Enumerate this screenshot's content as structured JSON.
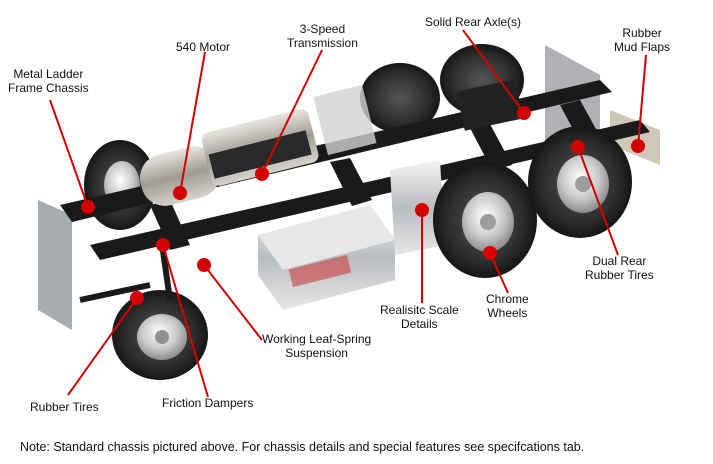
{
  "callouts": [
    {
      "id": "metal-ladder-frame-chassis",
      "lines": [
        "Metal Ladder",
        "Frame Chassis"
      ]
    },
    {
      "id": "540-motor",
      "lines": [
        "540 Motor"
      ]
    },
    {
      "id": "3-speed-transmission",
      "lines": [
        "3-Speed",
        "Transmission"
      ]
    },
    {
      "id": "solid-rear-axles",
      "lines": [
        "Solid Rear Axle(s)"
      ]
    },
    {
      "id": "rubber-mud-flaps",
      "lines": [
        "Rubber",
        "Mud Flaps"
      ]
    },
    {
      "id": "dual-rear-rubber-tires",
      "lines": [
        "Dual Rear",
        "Rubber Tires"
      ]
    },
    {
      "id": "chrome-wheels",
      "lines": [
        "Chrome",
        "Wheels"
      ]
    },
    {
      "id": "realistic-scale-details",
      "lines": [
        "Realisitc Scale",
        "Details"
      ]
    },
    {
      "id": "working-leaf-spring-suspension",
      "lines": [
        "Working Leaf-Spring",
        "Suspension"
      ]
    },
    {
      "id": "friction-dampers",
      "lines": [
        "Friction Dampers"
      ]
    },
    {
      "id": "rubber-tires",
      "lines": [
        "Rubber Tires"
      ]
    }
  ],
  "footer_note": "Note: Standard chassis pictured above. For chassis details and special features see specifcations tab.",
  "colors": {
    "callout_line": "#d40000",
    "frame": "#1a1a1a",
    "tire": "#2b2b2b",
    "chrome": "#c8cacc"
  }
}
